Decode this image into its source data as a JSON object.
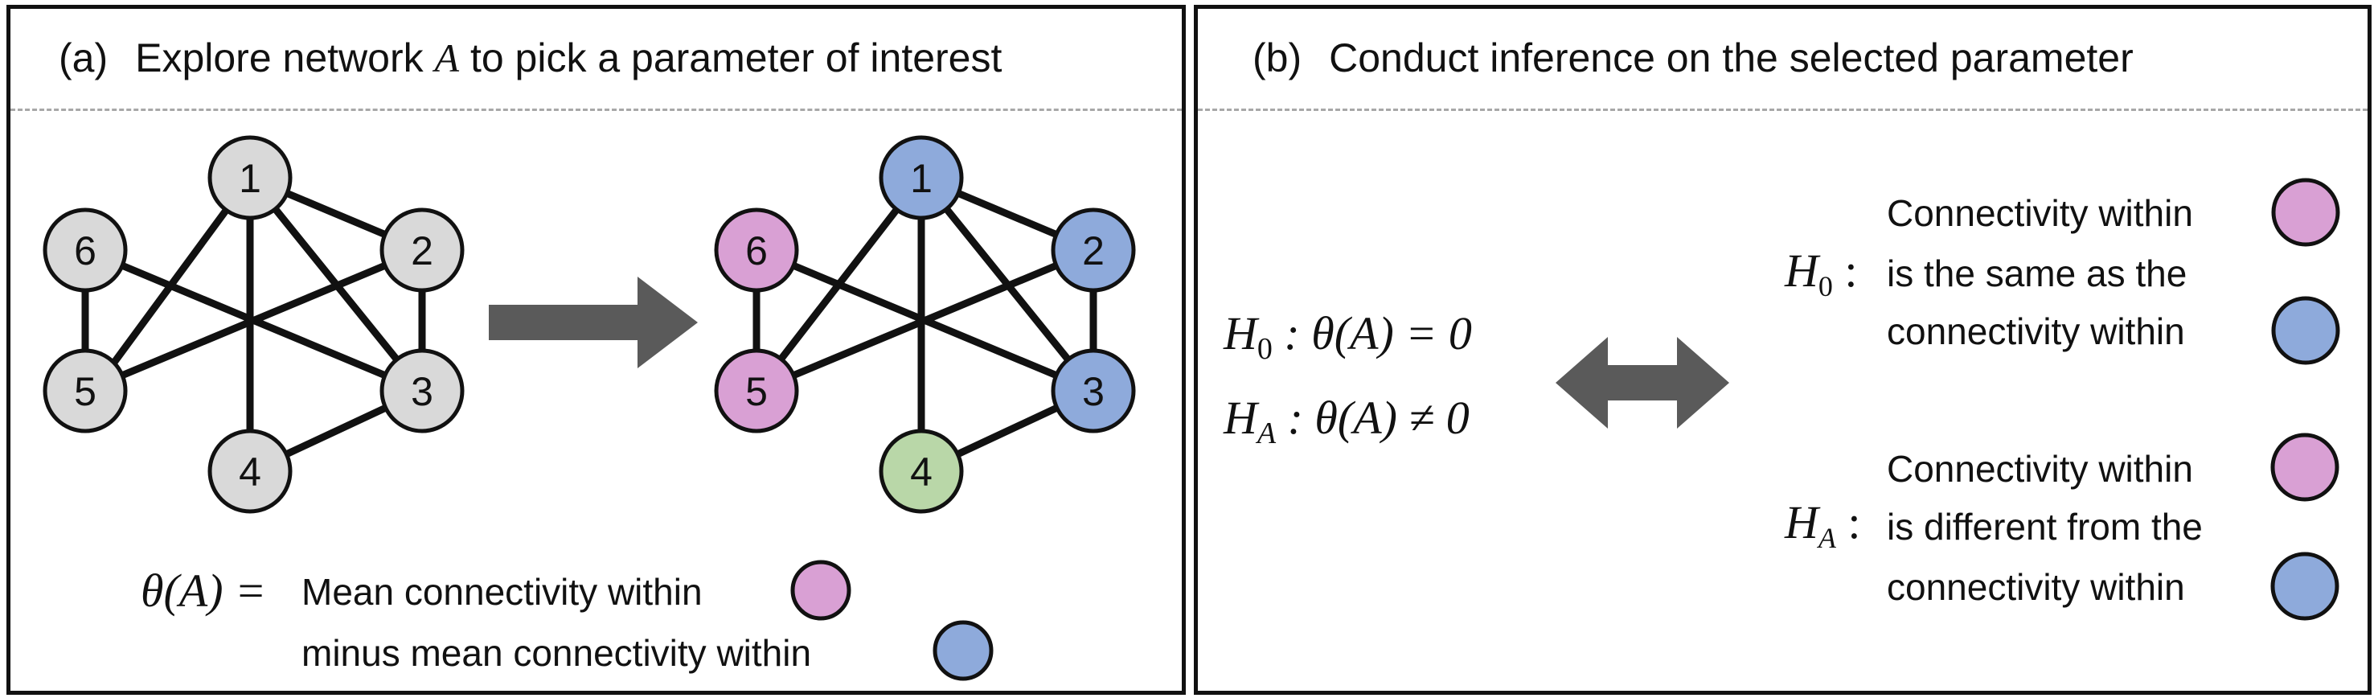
{
  "panel_a": {
    "tag": "(a)",
    "title_pre": "Explore network ",
    "title_var": "A",
    "title_post": " to pick a parameter of interest",
    "node_labels": [
      "1",
      "2",
      "3",
      "4",
      "5",
      "6"
    ],
    "theta_lhs": "θ(A) =",
    "param_line1": "Mean connectivity within",
    "param_line2": "minus mean connectivity within"
  },
  "panel_b": {
    "tag": "(b)",
    "title": "Conduct inference on the selected parameter",
    "h0_eq_h": "H",
    "h0_eq_sub": "0",
    "h0_eq_rest": " : θ(A) = 0",
    "ha_eq_h": "H",
    "ha_eq_sub": "A",
    "ha_eq_rest": " : θ(A) ≠ 0",
    "h0_label_sub": "0",
    "ha_label_sub": "A",
    "h0_desc": [
      "Connectivity within",
      "is the same as the",
      "connectivity within"
    ],
    "ha_desc": [
      "Connectivity within",
      "is different from the",
      "connectivity within"
    ]
  },
  "colors": {
    "gray_node": "#d9d9d9",
    "pink": "#d9a0d4",
    "blue": "#8eaadb",
    "green": "#b9d7a8",
    "arrow": "#5a5a5a",
    "divider": "#a8a8a8"
  }
}
